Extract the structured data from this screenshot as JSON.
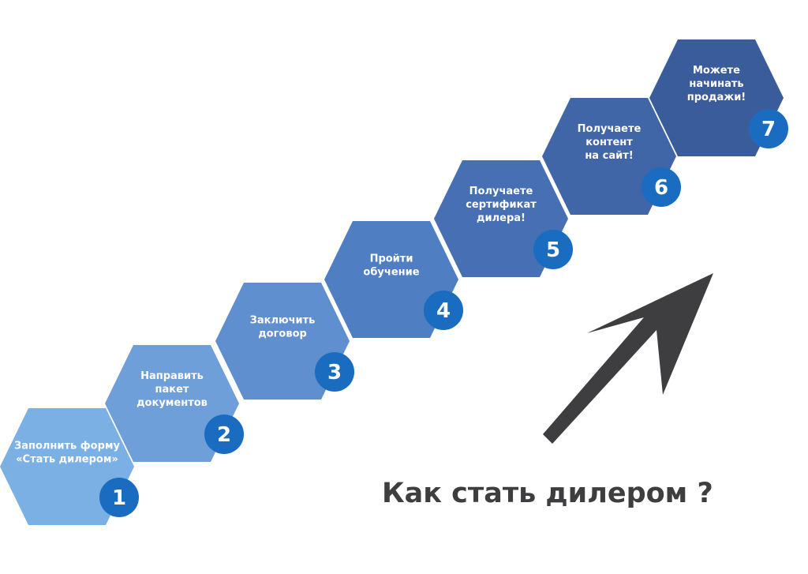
{
  "title": "Как стать дилером ?",
  "colors": {
    "hex": [
      "#7bb0e4",
      "#6f9fd9",
      "#5f8fcf",
      "#4f7fc2",
      "#4670b3",
      "#4166a7",
      "#3b5c9b"
    ],
    "badge": "#1a6cc0",
    "arrow": "#3e3d3f"
  },
  "steps": [
    {
      "number": "1",
      "lines": [
        "Заполнить форму",
        "«Стать дилером»"
      ]
    },
    {
      "number": "2",
      "lines": [
        "Направить",
        "пакет",
        "документов"
      ]
    },
    {
      "number": "3",
      "lines": [
        "Заключить",
        "договор"
      ]
    },
    {
      "number": "4",
      "lines": [
        "Пройти",
        "обучение"
      ]
    },
    {
      "number": "5",
      "lines": [
        "Получаете",
        "сертификат",
        "дилера!"
      ]
    },
    {
      "number": "6",
      "lines": [
        "Получаете",
        "контент",
        "на сайт!"
      ]
    },
    {
      "number": "7",
      "lines": [
        "Можете",
        "начинать",
        "продажи!"
      ]
    }
  ]
}
